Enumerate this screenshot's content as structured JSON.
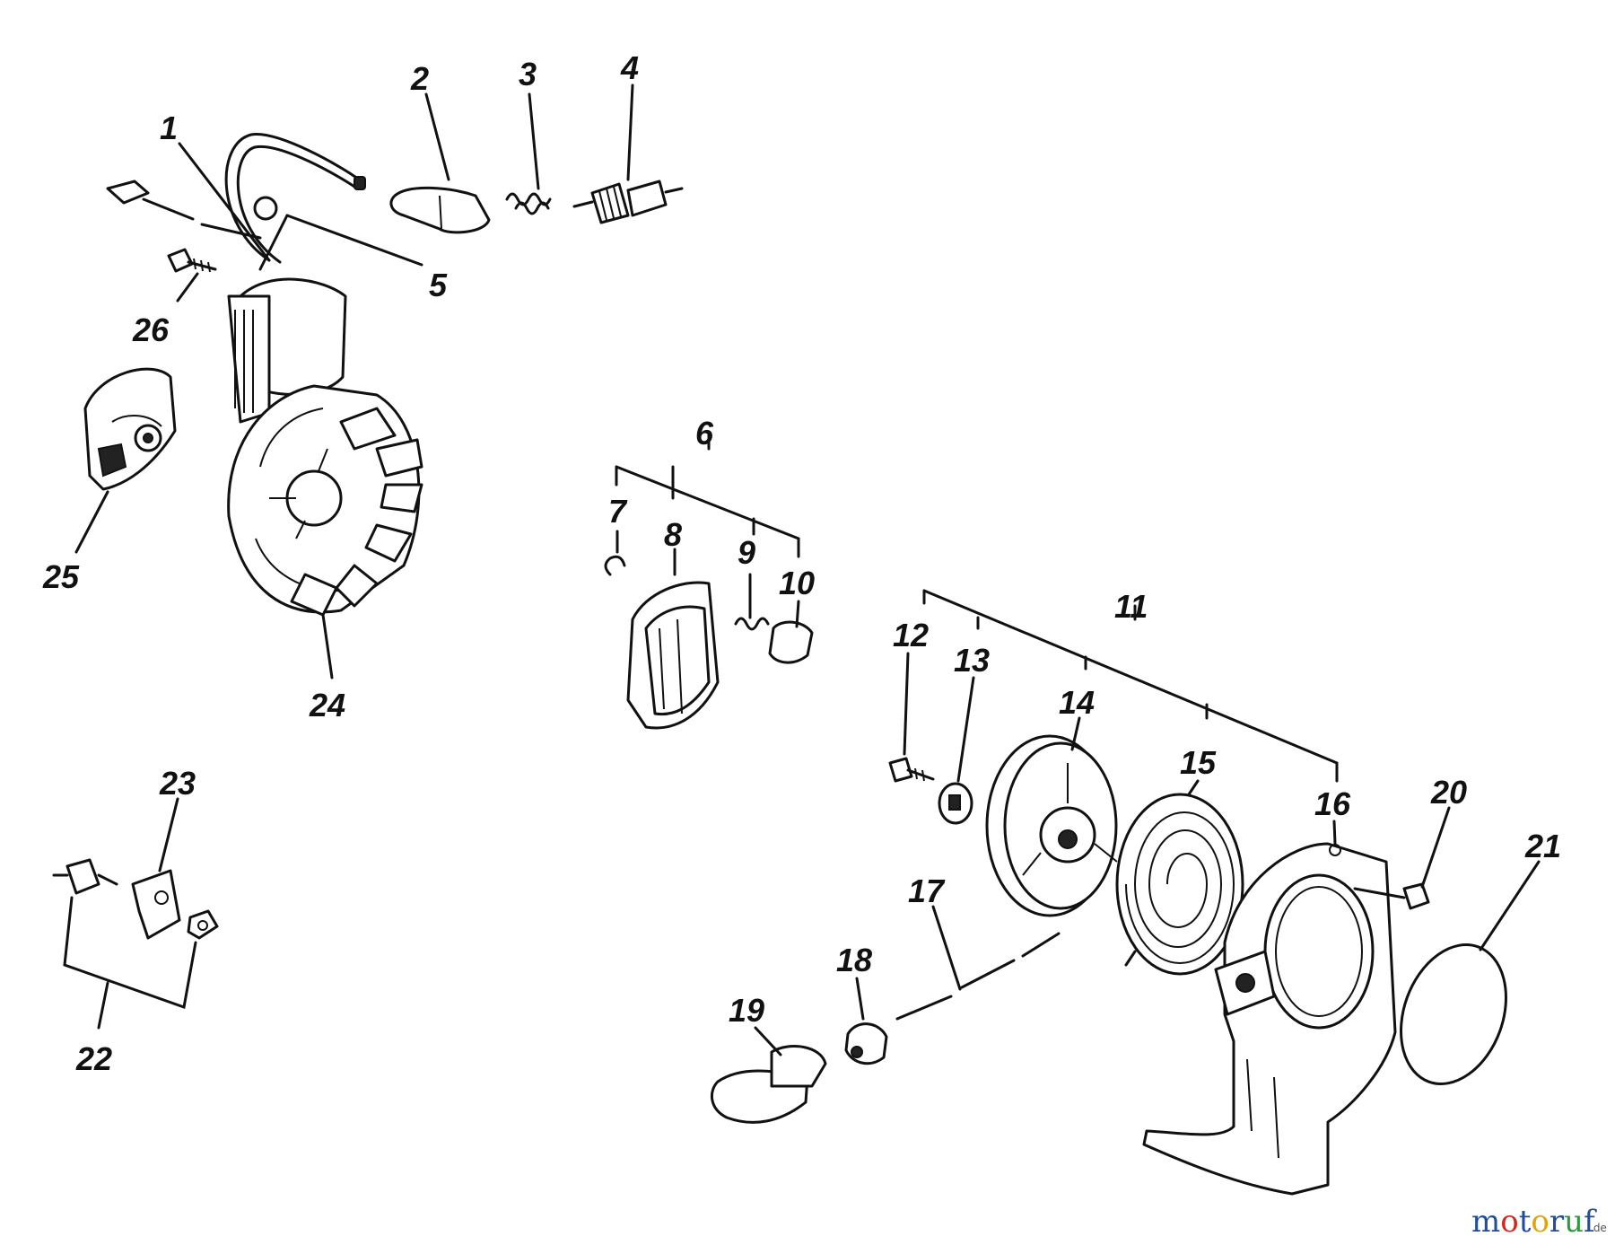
{
  "labels": {
    "p1": "1",
    "p2": "2",
    "p3": "3",
    "p4": "4",
    "p5": "5",
    "p6": "6",
    "p7": "7",
    "p8": "8",
    "p9": "9",
    "p10": "10",
    "p11": "11",
    "p12": "12",
    "p13": "13",
    "p14": "14",
    "p15": "15",
    "p16": "16",
    "p17": "17",
    "p18": "18",
    "p19": "19",
    "p20": "20",
    "p21": "21",
    "p22": "22",
    "p23": "23",
    "p24": "24",
    "p25": "25",
    "p26": "26"
  },
  "watermark": {
    "m": "m",
    "o1": "o",
    "t": "t",
    "o2": "o",
    "r": "r",
    "u": "u",
    "f": "f",
    "domain": ".de"
  },
  "colors": {
    "ink": "#111111",
    "wm_m": "#1f4e9c",
    "wm_o1": "#d9261c",
    "wm_t": "#1f4e9c",
    "wm_o2": "#e2a400",
    "wm_r": "#1f4e9c",
    "wm_u": "#2f9a3c",
    "wm_f": "#1f4e9c"
  }
}
